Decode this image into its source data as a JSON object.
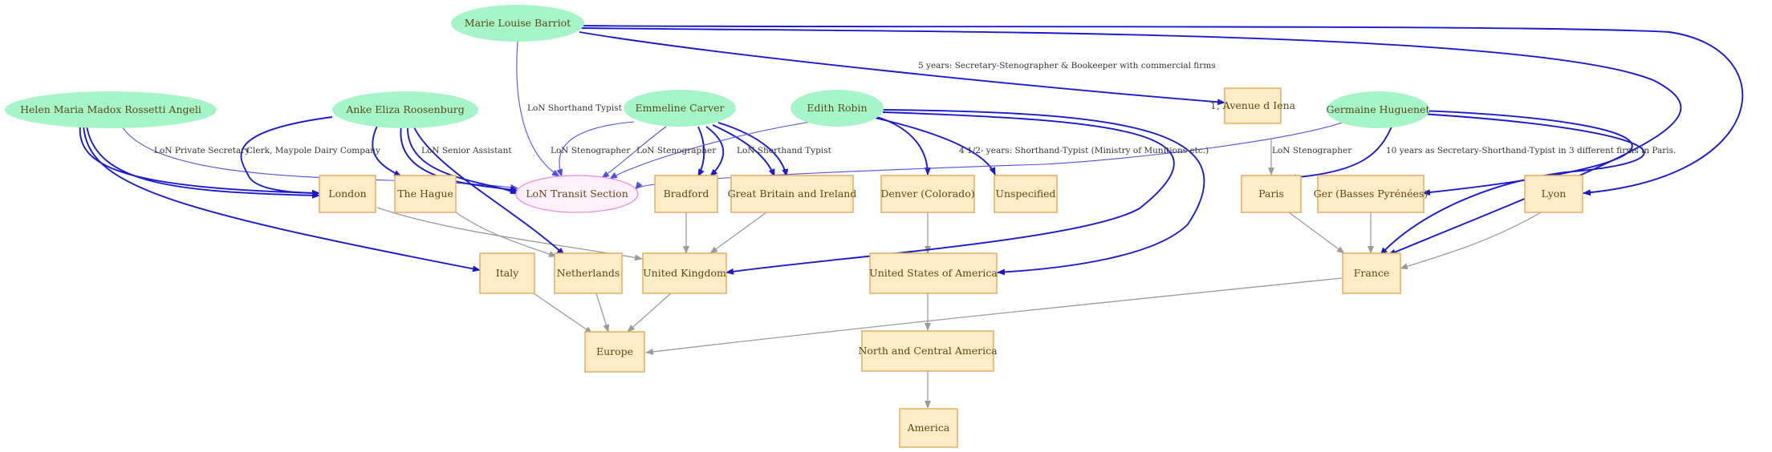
{
  "colors": {
    "person_fill": "#a6f5c9",
    "place_fill": "#fdecc6",
    "place_stroke": "#e0ae62",
    "org_fill": "#fff0fb",
    "org_stroke": "#e38ad8",
    "edge_person": "#1a1acc",
    "edge_hierarchy": "#9b9b9b",
    "label_text": "#5a4a12"
  },
  "nodes": {
    "marie": "Marie Louise Barriot",
    "helen": "Helen Maria Madox Rossetti Angeli",
    "anke": "Anke Eliza Roosenburg",
    "emmeline": "Emmeline Carver",
    "edith": "Edith Robin",
    "germaine": "Germaine Huguenet",
    "avenue": "1, Avenue d Iena",
    "london": "London",
    "hague": "The Hague",
    "lon": "LoN Transit Section",
    "bradford": "Bradford",
    "gbi": "Great Britain and Ireland",
    "denver": "Denver (Colorado)",
    "unspecified": "Unspecified",
    "paris": "Paris",
    "ger": "Ger (Basses Pyrénées)",
    "lyon": "Lyon",
    "italy": "Italy",
    "netherlands": "Netherlands",
    "uk": "United Kingdom",
    "usa": "United States of America",
    "france": "France",
    "europe": "Europe",
    "nca": "North and Central America",
    "america": "America"
  },
  "edge_labels": {
    "marie_avenue": "5 years: Secretary-Stenographer & Bookeeper with commercial firms",
    "marie_lon": "LoN Shorthand Typist",
    "helen_lon": "LoN Private Secretary",
    "anke_london": "Clerk, Maypole Dairy Company",
    "anke_lon": "LoN Senior Assistant",
    "emmeline_lon_a": "LoN Stenographer",
    "emmeline_lon_b": "LoN Stenographer",
    "edith_lon": "LoN Shorthand Typist",
    "edith_unspecified": "4 1/2- years: Shorthand-Typist (Ministry of Munitions etc.)",
    "germaine_lon": "LoN Stenographer",
    "germaine_paris": "10 years as Secretary-Shorthand-Typist in 3 different firms in Paris."
  }
}
